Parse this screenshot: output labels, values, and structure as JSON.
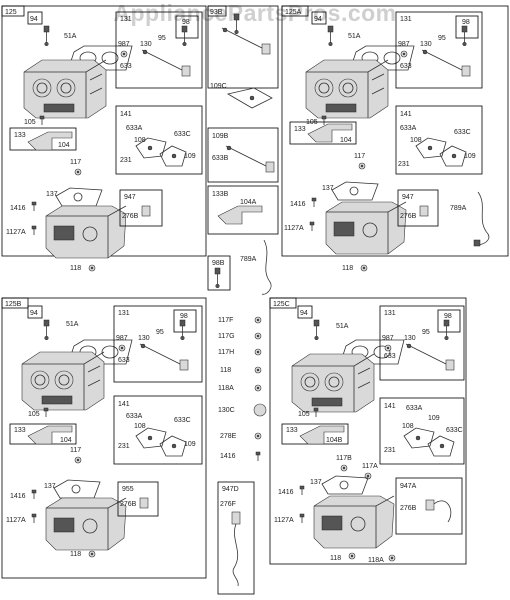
{
  "watermark": "AppliancePartsPros.com",
  "assemblies": [
    {
      "id": "a1",
      "label": "125",
      "parts": {
        "gasket94": "94",
        "kit131": "131",
        "kit98": "98",
        "p51": "51A",
        "p987": "987",
        "p130": "130",
        "p95": "95",
        "p633": "633",
        "kit141": "141",
        "p633a": "633A",
        "p108": "108",
        "p633c": "633C",
        "p231": "231",
        "p109": "109",
        "p105": "105",
        "kit133": "133",
        "p104": "104",
        "p117": "117",
        "p137": "137",
        "p1416": "1416",
        "p1127": "1127A",
        "kit947": "947",
        "p276": "276B",
        "p118": "118"
      }
    },
    {
      "id": "a2",
      "label": "125A",
      "parts": {
        "gasket94": "94",
        "kit131": "131",
        "kit98": "98",
        "p51": "51A",
        "p987": "987",
        "p130": "130",
        "p95": "95",
        "p633": "633",
        "kit141": "141",
        "p633a": "633A",
        "p108": "108",
        "p633c": "633C",
        "p231": "231",
        "p109": "109",
        "p105": "105",
        "kit133": "133",
        "p104": "104",
        "p117": "117",
        "p137": "137",
        "p1416": "1416",
        "p1127": "1127A",
        "kit947": "947",
        "p276": "276B",
        "p118": "118",
        "p789": "789A"
      }
    },
    {
      "id": "a3",
      "label": "125B",
      "parts": {
        "gasket94": "94",
        "kit131": "131",
        "kit98": "98",
        "p51": "51A",
        "p987": "987",
        "p130": "130",
        "p95": "95",
        "p633": "633",
        "kit141": "141",
        "p633a": "633A",
        "p108": "108",
        "p633c": "633C",
        "p231": "231",
        "p109": "109",
        "p105": "105",
        "kit133": "133",
        "p104": "104",
        "p117": "117",
        "p137": "137",
        "p1416": "1416",
        "p1127": "1127A",
        "kit947": "955",
        "p276": "276B",
        "p118": "118"
      }
    },
    {
      "id": "a4",
      "label": "125C",
      "parts": {
        "gasket94": "94",
        "kit131": "131",
        "kit98": "98",
        "p51": "51A",
        "p987": "987",
        "p130": "130",
        "p95": "95",
        "p633": "633",
        "kit141": "141",
        "p633a": "633A",
        "p108": "108",
        "p633c": "633C",
        "p231": "231",
        "p109": "109",
        "p105": "105",
        "kit133": "133",
        "p104": "104B",
        "p117": "117B",
        "p117a": "117A",
        "p137": "137",
        "p1416": "1416",
        "p1127": "1127A",
        "kit947": "947A",
        "p276": "276B",
        "p118": "118",
        "p118a": "118A"
      }
    }
  ],
  "middle": {
    "top": {
      "label": "93B",
      "p109c": "109C",
      "kit109": "109B",
      "p633b": "633B",
      "kit133": "133B",
      "p104a": "104A",
      "kit98": "98B",
      "p789": "789A"
    },
    "bottom": {
      "p117f": "117F",
      "p117g": "117G",
      "p117h": "117H",
      "p118": "118",
      "p118a": "118A",
      "p130c": "130C",
      "p278": "278E",
      "p1416": "1416",
      "kit947": "947D",
      "p276f": "276F"
    }
  }
}
